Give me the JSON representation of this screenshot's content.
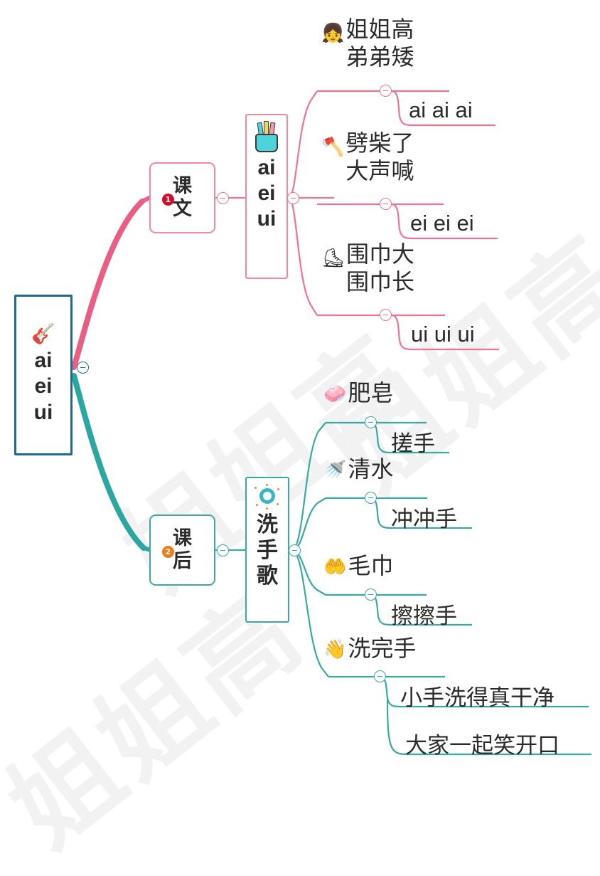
{
  "document": {
    "title": "ai ei ui 思维导图",
    "watermark": "姐姐高"
  },
  "colors": {
    "root_border": "#1d6a92",
    "pink": "#ee7391",
    "pink_light": "#f2899f",
    "teal": "#3aa9a3",
    "badge_red": "#d10b28",
    "badge_orange": "#ef7c1a",
    "text": "#2b2b2b"
  },
  "root": {
    "icon": "guitar-icon",
    "icon_glyph": "🎸",
    "label": "ai\nei\nui"
  },
  "branches": [
    {
      "id": "kewen",
      "badge": "1",
      "badge_color": "#d10b28",
      "label": "课文",
      "color": "pink",
      "subject": {
        "icon": "pencil-cup-icon",
        "label": "ai\nei\nui"
      },
      "topics": [
        {
          "icon": "sister-brother-icon",
          "icon_glyph": "👧",
          "label": "姐姐高\n弟弟矮",
          "child": "ai ai ai"
        },
        {
          "icon": "chopping-wood-icon",
          "icon_glyph": "🪓",
          "label": "劈柴了\n大声喊",
          "child": "ei ei ei"
        },
        {
          "icon": "scarf-girl-icon",
          "icon_glyph": "⛸",
          "label": "围巾大\n围巾长",
          "child": "ui ui ui"
        }
      ]
    },
    {
      "id": "kehou",
      "badge": "2",
      "badge_color": "#ef7c1a",
      "label": "课后",
      "color": "teal",
      "subject": {
        "icon": "wash-hands-icon",
        "label": "洗手歌"
      },
      "topics": [
        {
          "icon": "soap-icon",
          "icon_glyph": "🧼",
          "label": "肥皂",
          "children": [
            "搓手"
          ]
        },
        {
          "icon": "faucet-water-icon",
          "icon_glyph": "🚿",
          "label": "清水",
          "children": [
            "冲冲手"
          ]
        },
        {
          "icon": "towel-icon",
          "icon_glyph": "🤲",
          "label": "毛巾",
          "children": [
            "擦擦手"
          ]
        },
        {
          "icon": "clean-hand-icon",
          "icon_glyph": "👋",
          "label": "洗完手",
          "children": [
            "小手洗得真干净",
            "大家一起笑开口"
          ]
        }
      ]
    }
  ],
  "toggles": {
    "symbol": "minus",
    "count": 10
  }
}
